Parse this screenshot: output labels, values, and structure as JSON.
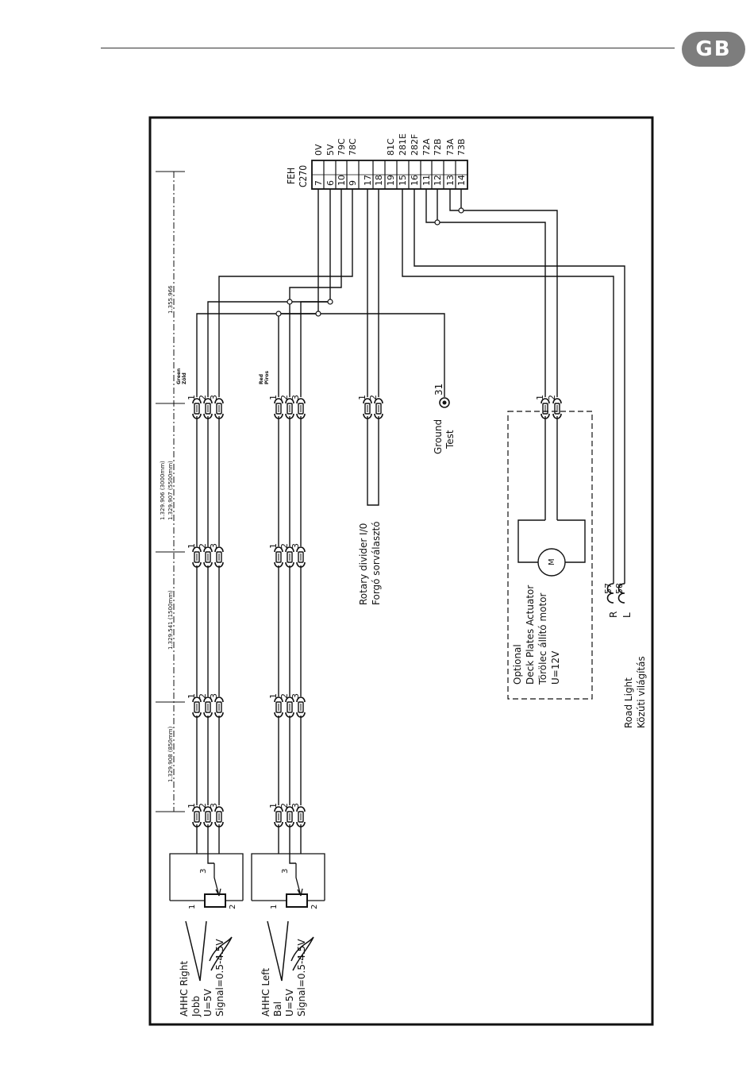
{
  "header": {
    "language_badge": "GB"
  },
  "terminal_block": {
    "label_line1": "FEH",
    "label_line2": "C270",
    "pins": [
      {
        "pin": "7",
        "signal": "0V"
      },
      {
        "pin": "6",
        "signal": "5V"
      },
      {
        "pin": "10",
        "signal": "79C"
      },
      {
        "pin": "9",
        "signal": "78C"
      },
      {
        "pin": "17",
        "signal": ""
      },
      {
        "pin": "18",
        "signal": ""
      },
      {
        "pin": "19",
        "signal": "81C"
      },
      {
        "pin": "15",
        "signal": "281E"
      },
      {
        "pin": "16",
        "signal": "282F"
      },
      {
        "pin": "11",
        "signal": "72A"
      },
      {
        "pin": "12",
        "signal": "72B"
      },
      {
        "pin": "13",
        "signal": "73A"
      },
      {
        "pin": "14",
        "signal": "73B"
      }
    ]
  },
  "cable_parts": {
    "total": "1.355.966",
    "seg_first": "1.329.906 (3000mm)",
    "seg_first_alt": "1.329.907 (5500mm)",
    "seg_middle": "1.329.541 (1500mm)",
    "seg_last": "1.329.908 (850mm)"
  },
  "wire_colors": {
    "green_en": "Green",
    "green_hu": "Zöld",
    "red_en": "Red",
    "red_hu": "Piros"
  },
  "connector_pins": [
    "1",
    "2",
    "3"
  ],
  "two_pin": [
    "1",
    "2"
  ],
  "ground": {
    "label_line1": "Ground",
    "label_line2": "Test",
    "terminal": "31"
  },
  "rotary_divider": {
    "line1": "Rotary divider I/0",
    "line2": "Forgó sorválasztó"
  },
  "actuator": {
    "line1": "Optional",
    "line2": "Deck Plates Actuator",
    "line3": "Törölec állító motor",
    "line4": "U=12V",
    "motor_symbol": "M"
  },
  "road_light": {
    "line1": "Road Light",
    "line2": "Közúti világítás",
    "right_letter": "R",
    "left_letter": "L",
    "right_terminal": "57",
    "left_terminal": "58"
  },
  "sensors": [
    {
      "line1": "AHHC Right",
      "line2": "Jobb",
      "line3": "U=5V",
      "line4": "Signal=0.5-4.5V"
    },
    {
      "line1": "AHHC Left",
      "line2": "Bal",
      "line3": "U=5V",
      "line4": "Signal=0.5-4.5V"
    }
  ],
  "pot_pins": [
    "1",
    "2",
    "3"
  ]
}
